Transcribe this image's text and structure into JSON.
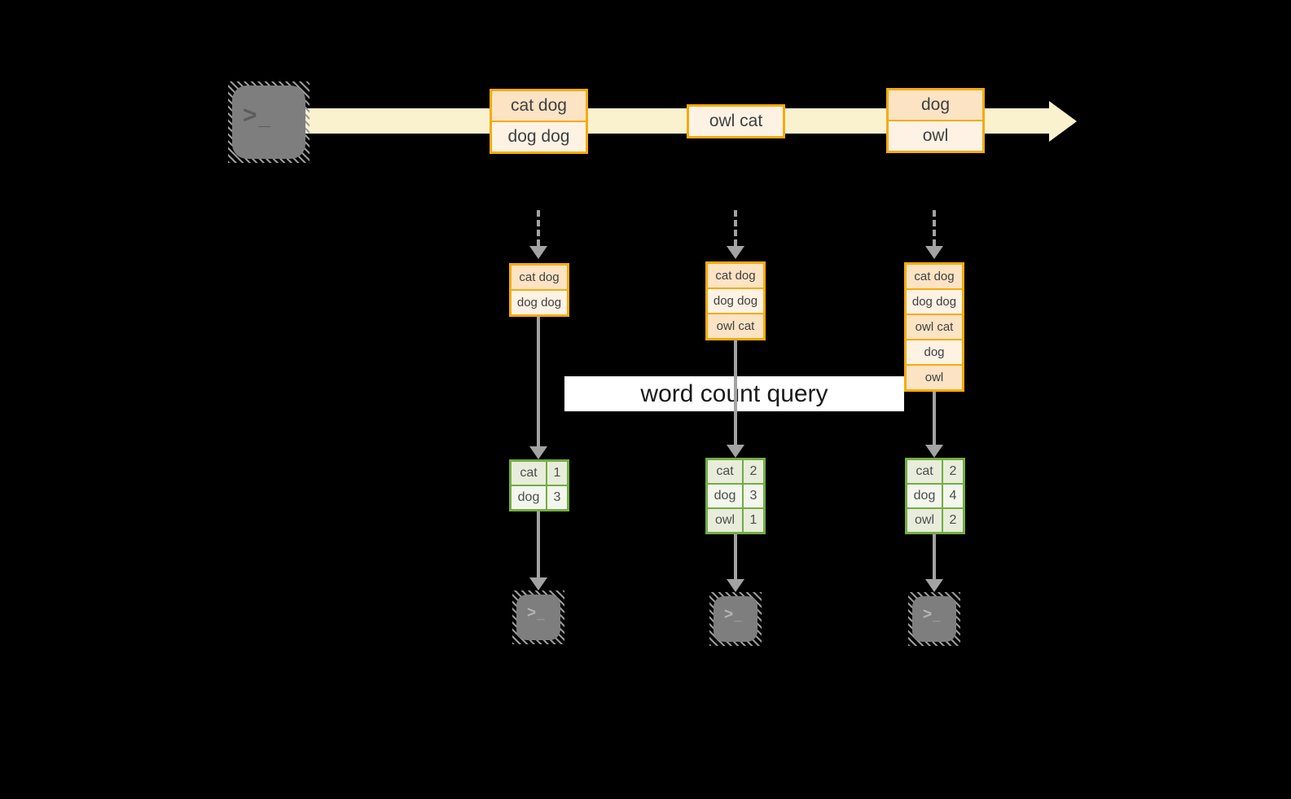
{
  "diagram": {
    "query_label": "word count query",
    "icons": {
      "prompt": ">",
      "cursor": "_"
    },
    "stream": {
      "records": [
        {
          "cells": [
            "cat dog",
            "dog dog"
          ]
        },
        {
          "cells": [
            "owl cat"
          ]
        },
        {
          "cells": [
            "dog",
            "owl"
          ]
        }
      ]
    },
    "batches": [
      {
        "input": [
          "cat dog",
          "dog dog"
        ],
        "counts": [
          {
            "word": "cat",
            "count": "1"
          },
          {
            "word": "dog",
            "count": "3"
          }
        ]
      },
      {
        "input": [
          "cat dog",
          "dog dog",
          "owl cat"
        ],
        "counts": [
          {
            "word": "cat",
            "count": "2"
          },
          {
            "word": "dog",
            "count": "3"
          },
          {
            "word": "owl",
            "count": "1"
          }
        ]
      },
      {
        "input": [
          "cat dog",
          "dog dog",
          "owl cat",
          "dog",
          "owl"
        ],
        "counts": [
          {
            "word": "cat",
            "count": "2"
          },
          {
            "word": "dog",
            "count": "4"
          },
          {
            "word": "owl",
            "count": "2"
          }
        ]
      }
    ],
    "colors": {
      "background": "#000000",
      "stream_band": "#FAF2CF",
      "record_border": "#F5AB0A",
      "record_fill_dark": "#FBE3C4",
      "record_fill_light": "#FDF2E4",
      "table_border": "#74AC45",
      "table_fill_dark": "#E7EDDA",
      "table_fill_light": "#F2F6EC",
      "arrow_gray": "#A3A3A3",
      "terminal_gray": "#7E7E7E",
      "label_bg": "#FFFFFF"
    }
  }
}
